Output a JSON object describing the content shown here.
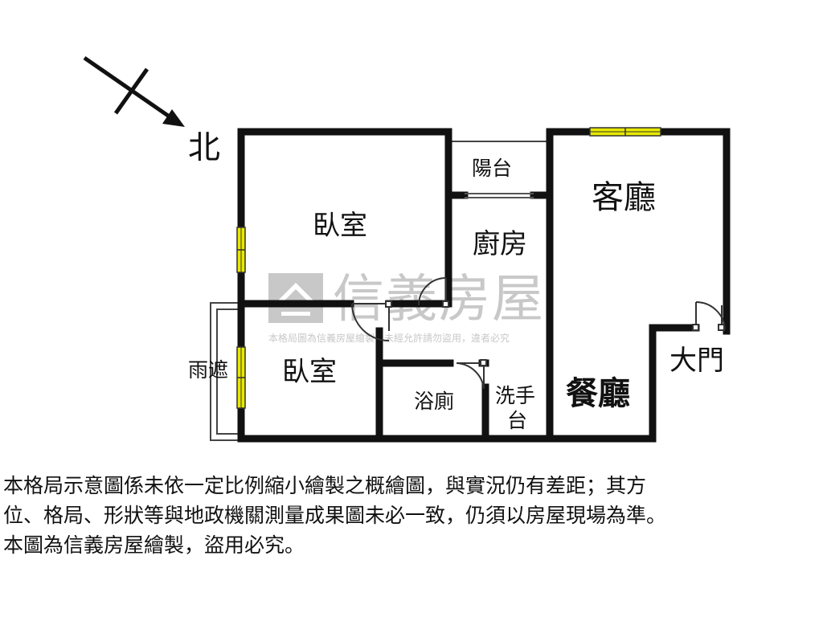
{
  "compass": {
    "north_label": "北"
  },
  "rooms": {
    "bedroom_main": "臥室",
    "bedroom_second": "臥室",
    "balcony": "陽台",
    "kitchen": "廚房",
    "living_room": "客廳",
    "dining_room": "餐廳",
    "bathroom": "浴廁",
    "washbasin_line1": "洗手",
    "washbasin_line2": "台",
    "entrance": "大門",
    "awning": "雨遮"
  },
  "watermark": {
    "brand": "信義房屋",
    "notice": "本格局圖為信義房屋繪製，未經允許請勿盜用，違者必究"
  },
  "disclaimer": {
    "line1": "本格局示意圖係未依一定比例縮小繪製之概繪圖，與實況仍有差距；其方",
    "line2": "位、格局、形狀等與地政機關測量成果圖未必一致，仍須以房屋現場為準。",
    "line3": "本圖為信義房屋繪製，盜用必究。"
  },
  "colors": {
    "wall": "#111111",
    "window_fill": "#e8e800",
    "watermark": "#c8c8c8"
  }
}
